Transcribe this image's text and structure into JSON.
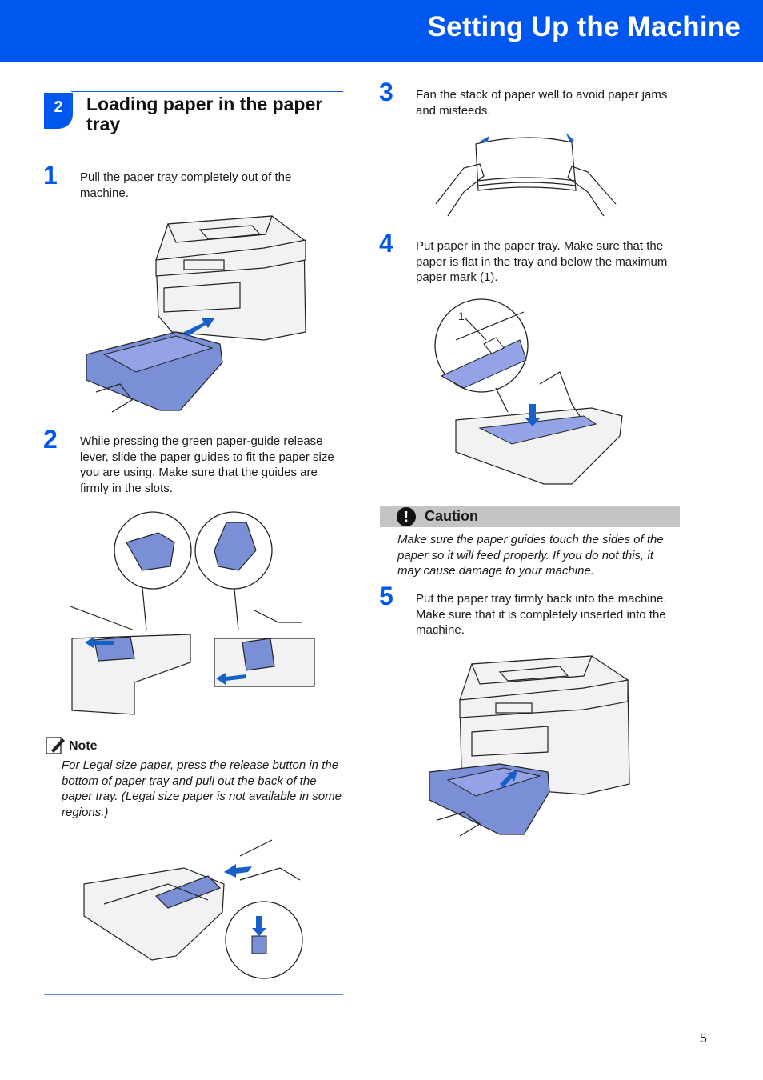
{
  "header": {
    "title": "Setting Up the Machine"
  },
  "section": {
    "number": "2",
    "title": "Loading paper in the paper tray"
  },
  "steps": [
    {
      "num": "1",
      "text": "Pull the paper tray completely out of the machine."
    },
    {
      "num": "2",
      "text": "While pressing the green paper-guide release lever, slide the paper guides to fit the paper size you are using. Make sure that the guides are firmly in the slots."
    },
    {
      "num": "3",
      "text": "Fan the stack of paper well to avoid paper jams and misfeeds."
    },
    {
      "num": "4",
      "text": "Put paper in the paper tray. Make sure that the paper is flat in the tray and below the maximum paper mark (1)."
    },
    {
      "num": "5",
      "text": "Put the paper tray firmly back into the machine. Make sure that it is completely inserted into the machine."
    }
  ],
  "note": {
    "label": "Note",
    "text": "For Legal size paper, press the release button in the bottom of paper tray and pull out the back of the paper tray. (Legal size paper is not available in some regions.)"
  },
  "caution": {
    "label": "Caution",
    "icon": "exclamation-icon",
    "text": "Make sure the paper guides touch the sides of the paper so it will feed properly. If you do not this, it may cause damage to your machine."
  },
  "figure_callout": "1",
  "page_number": "5",
  "colors": {
    "accent": "#0057f0",
    "tray_blue": "#7b8fd6",
    "caution_gray": "#c4c4c4"
  }
}
